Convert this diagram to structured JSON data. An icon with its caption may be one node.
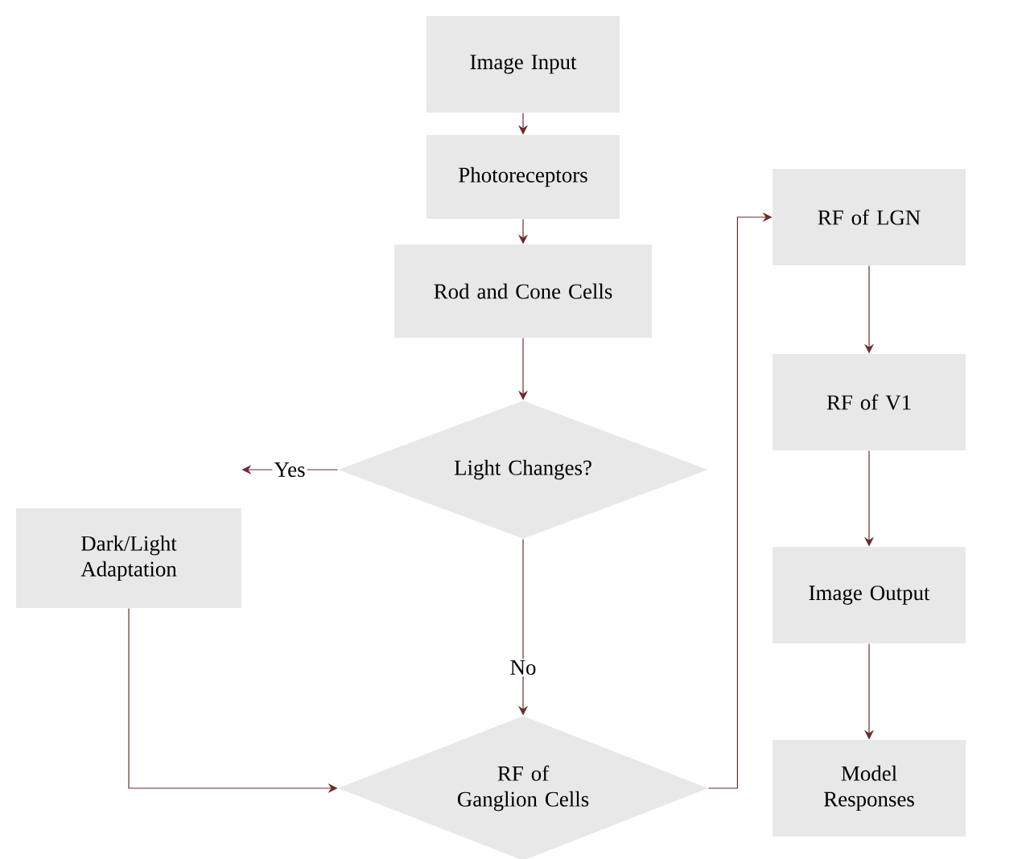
{
  "diagram": {
    "nodes": [
      {
        "text": [
          "Image Input"
        ]
      },
      {
        "text": [
          "Photoreceptors"
        ]
      },
      {
        "text": [
          "Rod and Cone Cells"
        ]
      },
      {
        "text": [
          "Light Changes?"
        ]
      },
      {
        "text": [
          "Dark/Light Adaptation"
        ]
      },
      {
        "text": [
          "RF of Ganglion Cells"
        ]
      },
      {
        "text": [
          "RF of LGN"
        ]
      },
      {
        "text": [
          "RF of V1"
        ]
      },
      {
        "text": [
          "Image Output"
        ]
      },
      {
        "text": [
          "Model Responses"
        ]
      }
    ],
    "edges": [
      {
        "from": 0,
        "to": 1,
        "arrow": "to"
      },
      {
        "from": 1,
        "to": 2,
        "arrow": "to"
      },
      {
        "from": 2,
        "to": 3,
        "arrow": "to"
      },
      {
        "from": 3,
        "to": 4,
        "arrow": "to",
        "label": "Yes"
      },
      {
        "from": 3,
        "to": 5,
        "arrow": "to",
        "label": "No"
      },
      {
        "from": 4,
        "to": 5,
        "arrow": "to"
      },
      {
        "from": 5,
        "to": 6,
        "arrow": "to"
      },
      {
        "from": 6,
        "to": 7,
        "arrow": "to"
      },
      {
        "from": 7,
        "to": 8,
        "arrow": "to"
      },
      {
        "from": 8,
        "to": 9,
        "arrow": "to"
      }
    ]
  }
}
